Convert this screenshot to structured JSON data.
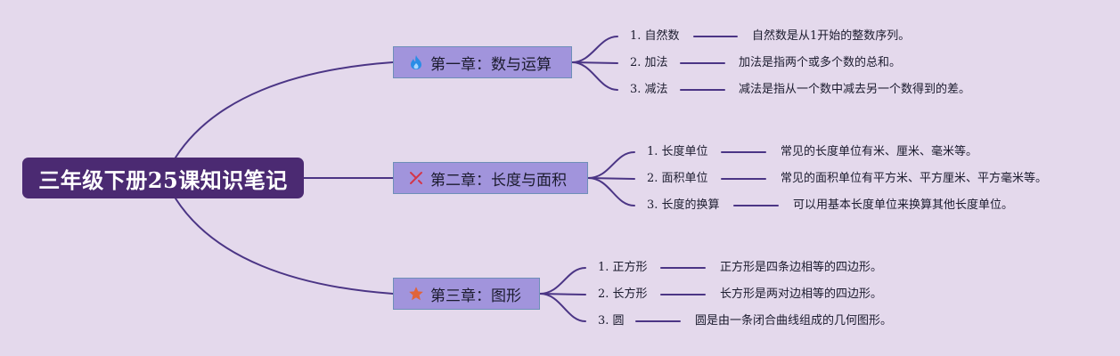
{
  "root": {
    "title": "三年级下册25课知识笔记"
  },
  "chapters": [
    {
      "title": "第一章：数与运算",
      "icon": "fire-icon",
      "items": [
        {
          "label": "1. 自然数",
          "desc": "自然数是从1开始的整数序列。"
        },
        {
          "label": "2. 加法",
          "desc": "加法是指两个或多个数的总和。"
        },
        {
          "label": "3. 减法",
          "desc": "减法是指从一个数中减去另一个数得到的差。"
        }
      ]
    },
    {
      "title": "第二章：长度与面积",
      "icon": "ruler-pencil-icon",
      "items": [
        {
          "label": "1. 长度单位",
          "desc": "常见的长度单位有米、厘米、毫米等。"
        },
        {
          "label": "2. 面积单位",
          "desc": "常见的面积单位有平方米、平方厘米、平方毫米等。"
        },
        {
          "label": "3. 长度的换算",
          "desc": "可以用基本长度单位来换算其他长度单位。"
        }
      ]
    },
    {
      "title": "第三章：图形",
      "icon": "star-icon",
      "items": [
        {
          "label": "1. 正方形",
          "desc": "正方形是四条边相等的四边形。"
        },
        {
          "label": "2. 长方形",
          "desc": "长方形是两对边相等的四边形。"
        },
        {
          "label": "3. 圆",
          "desc": "圆是由一条闭合曲线组成的几何图形。"
        }
      ]
    }
  ],
  "colors": {
    "background": "#e4d9ec",
    "root_fill": "#4b2a72",
    "chapter_fill": "#a194dc",
    "chapter_border": "#6e8fb8",
    "edge": "#4b3585",
    "fire_icon": "#2a8de6",
    "star_icon": "#e0643a",
    "ruler_icon": "#d3364a"
  }
}
